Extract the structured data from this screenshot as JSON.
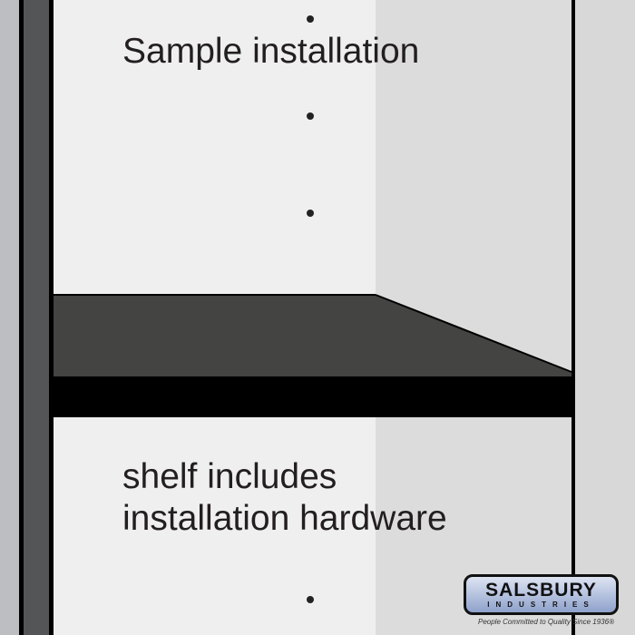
{
  "title": "Sample installation",
  "caption_line1": "shelf includes",
  "caption_line2": "installation hardware",
  "logo": {
    "brand": "SALSBURY",
    "sub": "INDUSTRIES",
    "tagline": "People Committed to Quality Since 1936®"
  }
}
